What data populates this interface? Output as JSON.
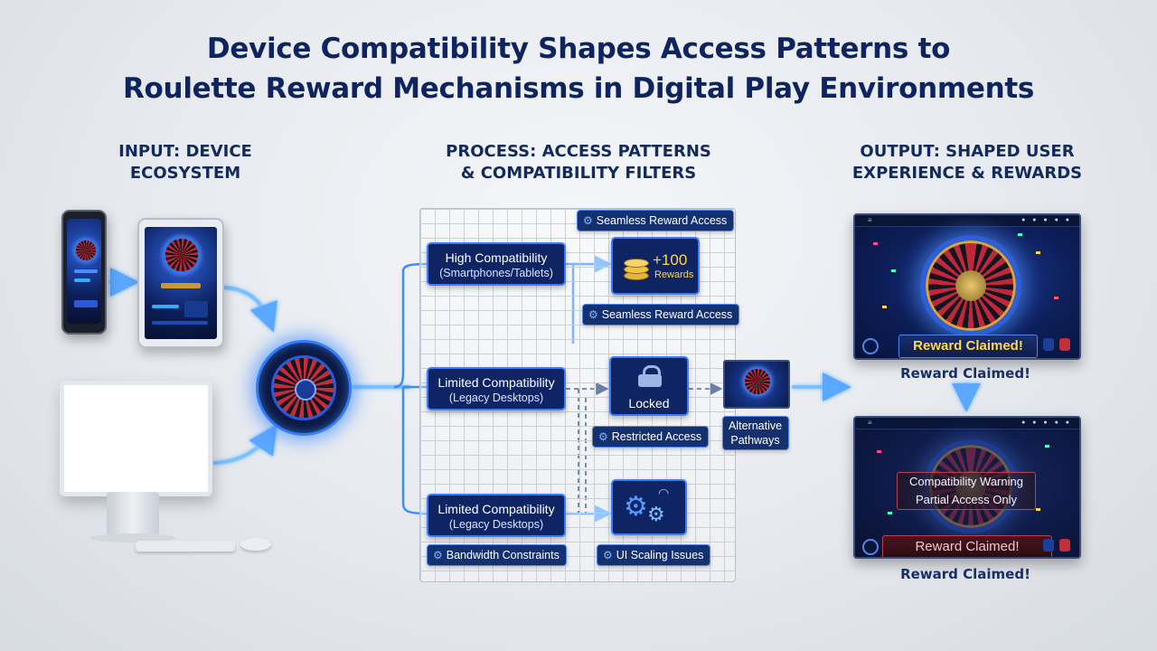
{
  "title_line1": "Device Compatibility Shapes Access Patterns to",
  "title_line2": "Roulette Reward Mechanisms in Digital Play Environments",
  "columns": {
    "input_line1": "INPUT: DEVICE",
    "input_line2": "ECOSYSTEM",
    "process_line1": "PROCESS: ACCESS PATTERNS",
    "process_line2": "& COMPATIBILITY FILTERS",
    "output_line1": "OUTPUT: SHAPED USER",
    "output_line2": "EXPERIENCE & REWARDS"
  },
  "process": {
    "high": {
      "label": "High Compatibility",
      "sub": "(Smartphones/Tablets)"
    },
    "limited_a": {
      "label": "Limited Compatibility",
      "sub": "(Legacy Desktops)"
    },
    "limited_b": {
      "label": "Limited Compatibility",
      "sub": "(Legacy Desktops)"
    },
    "reward_amount": "+100",
    "reward_label": "Rewards",
    "locked_label": "Locked",
    "alt_line1": "Alternative",
    "alt_line2": "Pathways",
    "tags": {
      "seamless_top": "Seamless Reward Access",
      "seamless_mid": "Seamless Reward Access",
      "restricted": "Restricted Access",
      "bandwidth": "Bandwidth Constraints",
      "ui_scaling": "UI Scaling Issues"
    }
  },
  "output": {
    "top_banner": "Reward Claimed!",
    "top_caption": "Reward Claimed!",
    "warning_line1": "Compatibility Warning",
    "warning_line2": "Partial Access Only",
    "bottom_banner": "Reward Claimed!",
    "bottom_caption": "Reward Claimed!"
  },
  "colors": {
    "accent": "#3b7bff",
    "navy": "#0f2463",
    "reward_gold": "#ffd84a",
    "warning_red": "#c0404a"
  },
  "icons": [
    "gear-icon",
    "coin-stack-icon",
    "lock-icon",
    "gears-wifi-icon",
    "arrow-icon"
  ]
}
